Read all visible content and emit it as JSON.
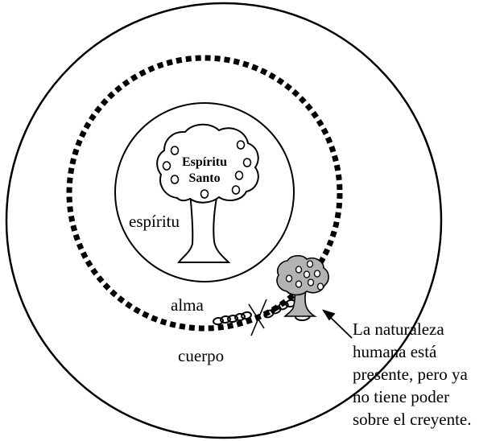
{
  "labels": {
    "spirit_holy_line1": "Espíritu",
    "spirit_holy_line2": "Santo",
    "spirit": "espíritu",
    "soul": "alma",
    "body": "cuerpo"
  },
  "note": {
    "lines": [
      "La naturaleza",
      "humana está",
      "presente, pero ya",
      "no tiene poder",
      "sobre el creyente."
    ]
  },
  "colors": {
    "stroke": "#000000",
    "background": "#ffffff",
    "small_tree_fill": "#b3b3b3"
  }
}
